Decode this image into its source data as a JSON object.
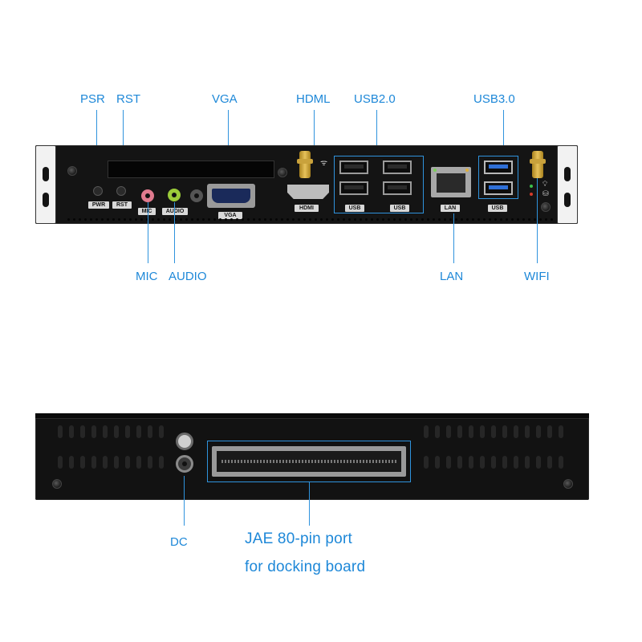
{
  "callouts_top": {
    "psr": "PSR",
    "rst": "RST",
    "vga": "VGA",
    "hdml": "HDML",
    "usb20": "USB2.0",
    "usb30": "USB3.0"
  },
  "callouts_middle": {
    "mic": "MIC",
    "audio": "AUDIO",
    "lan": "LAN",
    "wifi": "WIFI"
  },
  "callouts_bottom": {
    "dc": "DC",
    "jae_line1": "JAE 80-pin port",
    "jae_line2": "for docking board"
  },
  "panel_labels": {
    "pwr": "PWR",
    "rst": "RST",
    "mic": "MIC",
    "audio": "AUDIO",
    "vga": "VGA",
    "hdmi": "HDMI",
    "usb_left": "USB",
    "usb_right": "USB",
    "lan": "LAN",
    "usb3": "USB"
  },
  "colors": {
    "callout": "#1e88d8",
    "chassis": "#141414",
    "mic_jack": "#e07b8f",
    "audio_jack": "#9ccc3a",
    "usb3_insert": "#2f6fd6",
    "antenna": "#d4ad45"
  }
}
